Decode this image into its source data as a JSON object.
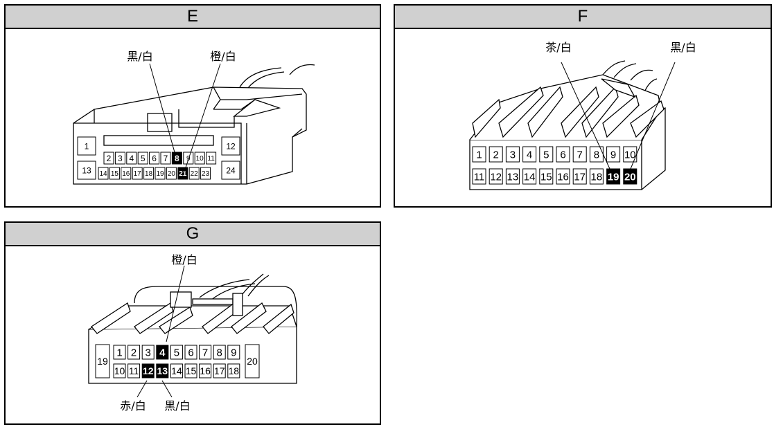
{
  "panels": [
    {
      "id": "E",
      "title": "E"
    },
    {
      "id": "F",
      "title": "F"
    },
    {
      "id": "G",
      "title": "G"
    }
  ],
  "E": {
    "top_row": [
      "2",
      "3",
      "4",
      "5",
      "6",
      "7",
      "8",
      "9",
      "10",
      "11"
    ],
    "bottom_row": [
      "14",
      "15",
      "16",
      "17",
      "18",
      "19",
      "20",
      "21",
      "22",
      "23"
    ],
    "side_pins": [
      "1",
      "13",
      "12",
      "24"
    ],
    "highlighted": [
      "8",
      "21"
    ],
    "labels": [
      "黒/白",
      "橙/白"
    ]
  },
  "F": {
    "top_row": [
      "1",
      "2",
      "3",
      "4",
      "5",
      "6",
      "7",
      "8",
      "9",
      "10"
    ],
    "bottom_row": [
      "11",
      "12",
      "13",
      "14",
      "15",
      "16",
      "17",
      "18",
      "19",
      "20"
    ],
    "highlighted": [
      "19",
      "20"
    ],
    "labels": [
      "茶/白",
      "黒/白"
    ]
  },
  "G": {
    "top_row": [
      "1",
      "2",
      "3",
      "4",
      "5",
      "6",
      "7",
      "8",
      "9"
    ],
    "bottom_row": [
      "10",
      "11",
      "12",
      "13",
      "14",
      "15",
      "16",
      "17",
      "18"
    ],
    "side_pins": [
      "19",
      "20"
    ],
    "highlighted": [
      "4",
      "12",
      "13"
    ],
    "labels": [
      "橙/白",
      "赤/白",
      "黒/白"
    ]
  }
}
